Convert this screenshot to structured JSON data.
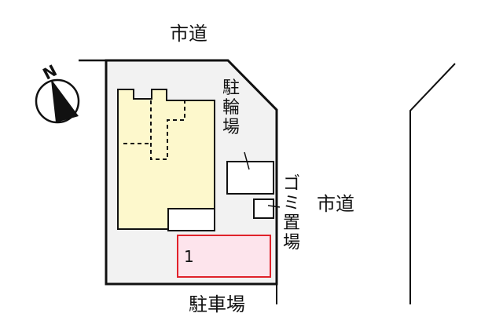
{
  "diagram": {
    "type": "site-plan",
    "roads": {
      "top": "市道",
      "right": "市道"
    },
    "labels": {
      "bicycle_parking": "駐輪場",
      "garbage": "ゴミ置場",
      "parking": "駐車場"
    },
    "parking_spaces": [
      {
        "number": "1"
      }
    ],
    "compass": {
      "letter": "N"
    },
    "colors": {
      "site_fill": "#f2f2f2",
      "building_fill": "#fdf8cc",
      "parking_fill": "#fde4ec",
      "parking_border": "#e0222a",
      "line": "#111111"
    }
  }
}
